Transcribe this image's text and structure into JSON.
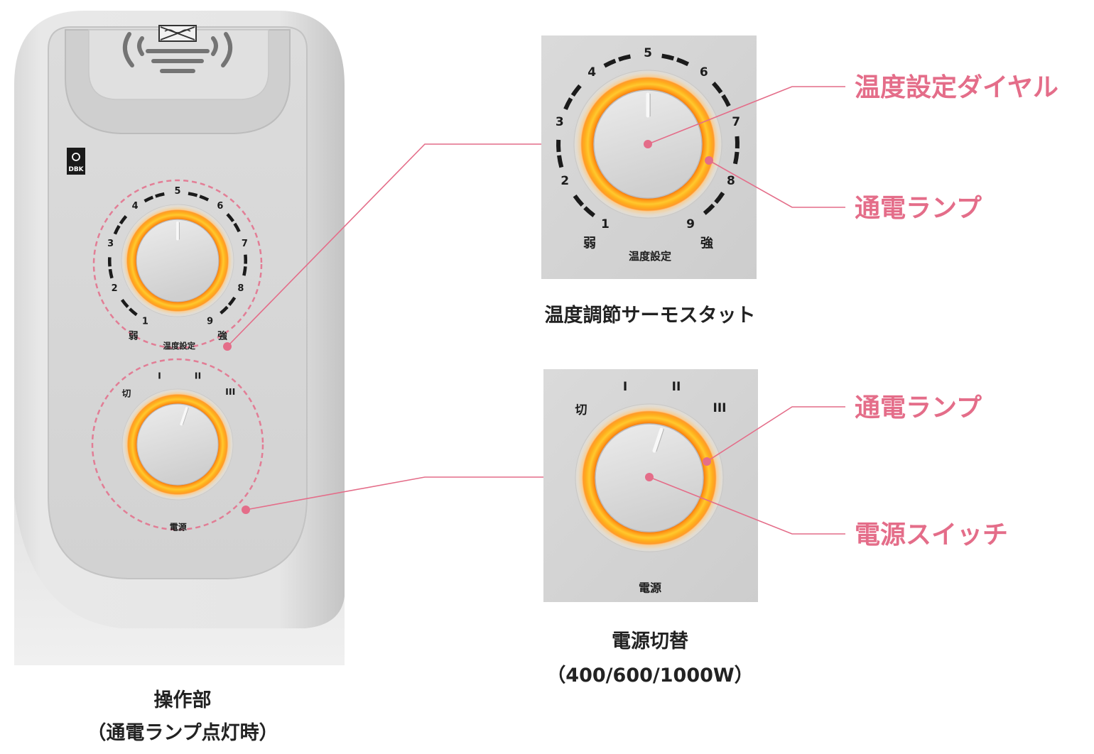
{
  "callouts": {
    "temperature_dial": "温度設定ダイヤル",
    "temperature_lamp": "通電ランプ",
    "power_lamp": "通電ランプ",
    "power_switch": "電源スイッチ"
  },
  "captions": {
    "control_panel": "操作部",
    "control_panel_note": "（通電ランプ点灯時）",
    "thermostat": "温度調節サーモスタット",
    "power_select": "電源切替",
    "power_select_note": "（400/600/1000W）"
  },
  "temperature_dial": {
    "scale": [
      "1",
      "2",
      "3",
      "4",
      "5",
      "6",
      "7",
      "8",
      "9"
    ],
    "low_label": "弱",
    "high_label": "強",
    "label": "温度設定"
  },
  "power_dial": {
    "off_label": "切",
    "levels": [
      "I",
      "II",
      "III"
    ],
    "label": "電源"
  },
  "logo": {
    "text": "DBK"
  },
  "colors": {
    "callout": "#e46d89",
    "lamp": "#ffa51f",
    "panel": "#d4d4d4"
  }
}
